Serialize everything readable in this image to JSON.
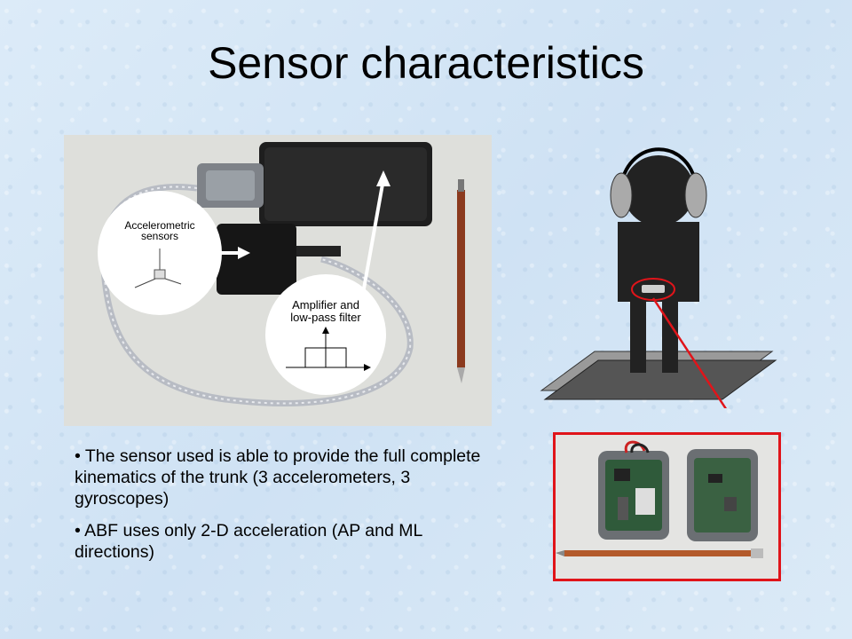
{
  "slide": {
    "title": "Sensor characteristics"
  },
  "photo": {
    "accelerometric_label_line1": "Accelerometric",
    "accelerometric_label_line2": "sensors",
    "amplifier_label_line1": "Amplifier and",
    "amplifier_label_line2": "low-pass filter"
  },
  "bullets": [
    "• The sensor used is able to provide the full complete kinematics of the trunk (3 accelerometers, 3 gyroscopes)",
    "• ABF uses only 2-D acceleration (AP and ML directions)"
  ]
}
